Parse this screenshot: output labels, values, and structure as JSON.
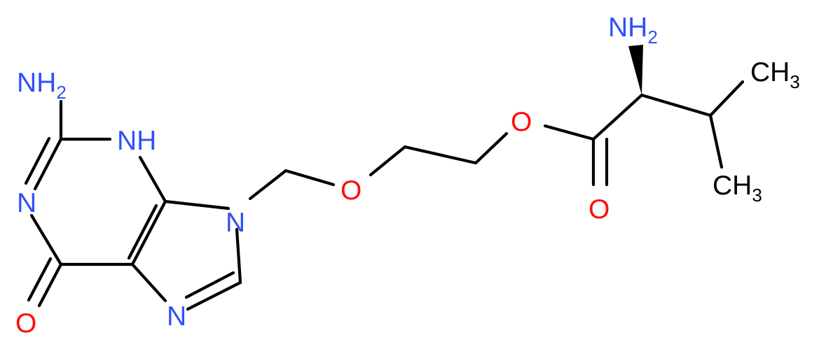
{
  "colors": {
    "bond": "#000000",
    "nitrogen": "#3050F8",
    "oxygen": "#FF0D0D",
    "carbon": "#000000",
    "background": "#FFFFFF"
  },
  "atoms": {
    "amine_guanine": {
      "main": "NH",
      "sub": "2"
    },
    "nh_ring": {
      "main": "NH"
    },
    "n_ring_left": {
      "main": "N"
    },
    "n9": {
      "main": "N"
    },
    "n7": {
      "main": "N"
    },
    "o_carbonyl_ring": {
      "main": "O"
    },
    "o_ether": {
      "main": "O"
    },
    "o_ester": {
      "main": "O"
    },
    "o_ester_carbonyl": {
      "main": "O"
    },
    "amine_valine": {
      "main": "NH",
      "sub": "2"
    },
    "methyl_upper": {
      "main": "CH",
      "sub": "3"
    },
    "methyl_lower": {
      "main": "CH",
      "sub": "3"
    }
  }
}
